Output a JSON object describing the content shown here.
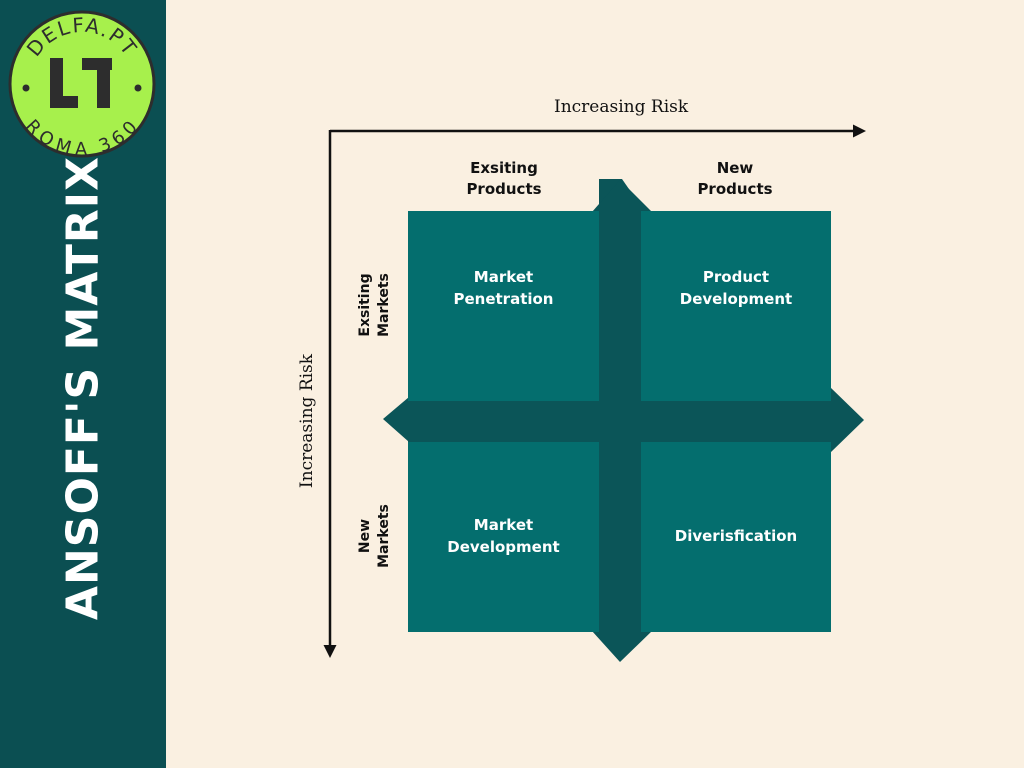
{
  "sidebar": {
    "title": "ANSOFF'S MATRIX",
    "logo": {
      "top_text": "DELFA.PT",
      "bottom_text": "ROMA 360",
      "mark": "L1"
    }
  },
  "axes": {
    "horizontal_label": "Increasing Risk",
    "vertical_label": "Increasing Risk"
  },
  "columns": {
    "left": [
      "Exsiting",
      "Products"
    ],
    "right": [
      "New",
      "Products"
    ]
  },
  "rows": {
    "top": [
      "Exsiting",
      "Markets"
    ],
    "bottom": [
      "New",
      "Markets"
    ]
  },
  "quadrants": {
    "top_left": [
      "Market",
      "Penetration"
    ],
    "top_right": [
      "Product",
      "Development"
    ],
    "bottom_left": [
      "Market",
      "Development"
    ],
    "bottom_right": [
      "Diverisfication"
    ]
  },
  "colors": {
    "sidebar": "#0b4f52",
    "background": "#faf0e1",
    "quadrant": "#046e6e",
    "cross": "#0b5558",
    "logo_green": "#a7f04c"
  }
}
